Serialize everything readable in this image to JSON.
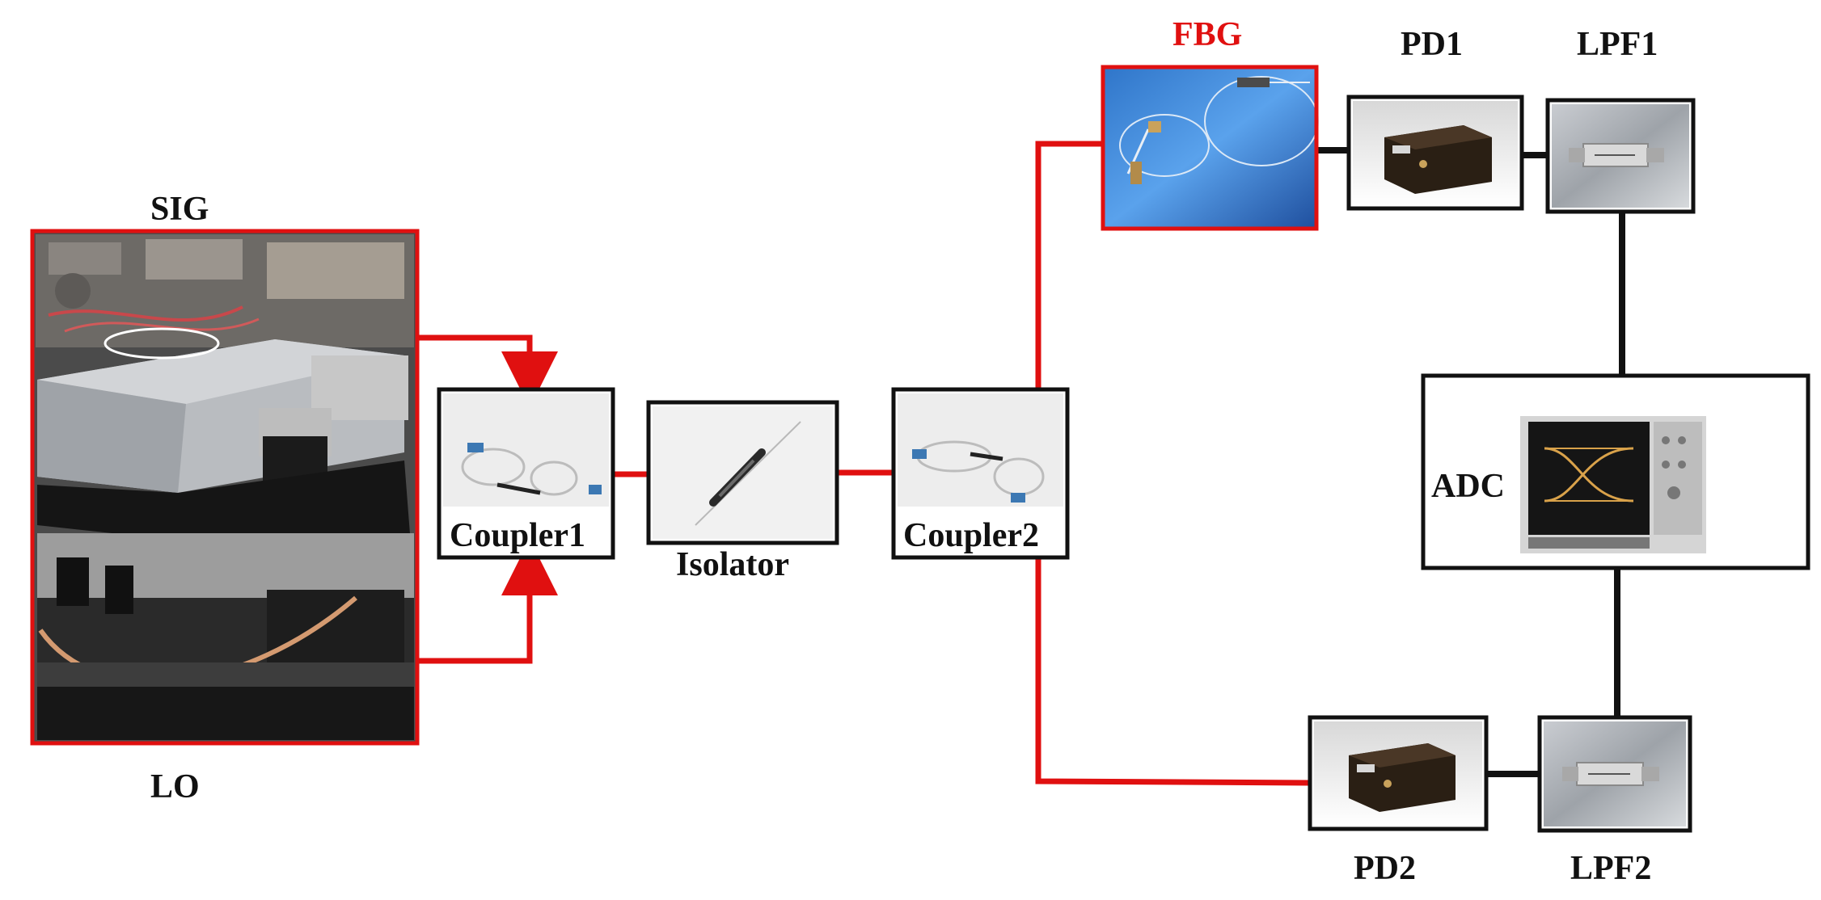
{
  "labels": {
    "sig": "SIG",
    "lo": "LO",
    "coupler1": "Coupler1",
    "isolator": "Isolator",
    "coupler2": "Coupler2",
    "fbg": "FBG",
    "pd1": "PD1",
    "lpf1": "LPF1",
    "adc": "ADC",
    "pd2": "PD2",
    "lpf2": "LPF2"
  },
  "colors": {
    "optical_path": "#e01010",
    "electrical_path": "#111111",
    "highlight_label": "#e01010"
  },
  "images": {
    "sig_lo": "laser-source-photo",
    "coupler": "fiber-coupler-photo",
    "isolator": "fiber-isolator-photo",
    "fbg": "fiber-bragg-grating-photo",
    "pd": "photodetector-photo",
    "lpf": "low-pass-filter-photo",
    "adc": "oscilloscope-photo"
  }
}
